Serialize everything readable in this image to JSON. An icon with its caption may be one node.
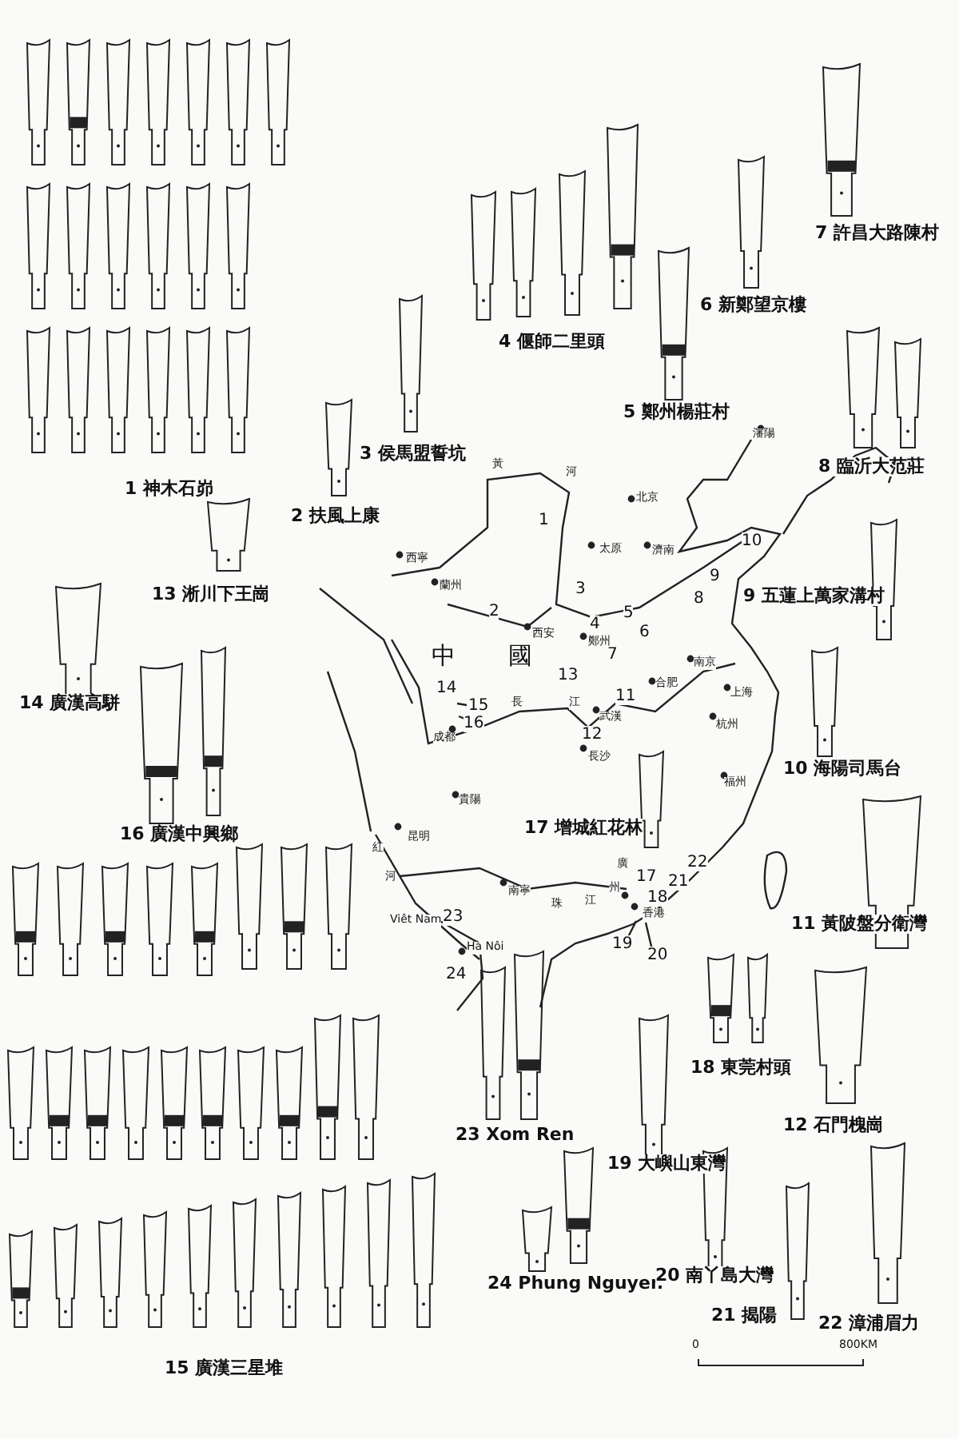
{
  "diagram": {
    "labels": [
      "7 許昌大路陳村",
      "6 新鄭望京樓",
      "4 偃師二里頭",
      "5 鄭州楊莊村",
      "3 侯馬盟誓坑",
      "8 臨沂大范莊",
      "1 神木石峁",
      "2 扶風上康",
      "9 五蓮上萬家溝村",
      "13 淅川下王崗",
      "14 廣漢高駢",
      "10 海陽司馬台",
      "17 增城紅花林",
      "16 廣漢中興鄉",
      "11 黃陂盤分衛灣",
      "18 東莞村頭",
      "12 石門槐崗",
      "23 Xom Ren",
      "19 大嶼山東灣",
      "24 Phung Nguyen",
      "20 南丫島大灣",
      "21 揭陽",
      "22 漳浦眉力",
      "15 廣漢三星堆",
      "瀋陽",
      "黃",
      "河",
      "北京",
      "1",
      "太原",
      "濟南",
      "10",
      "西寧",
      "蘭州",
      "9",
      "3",
      "8",
      "2",
      "4",
      "5",
      "6",
      "西安",
      "鄭州",
      "7",
      "中",
      "國",
      "13",
      "南京",
      "合肥",
      "14",
      "15",
      "16",
      "長",
      "江",
      "11",
      "上海",
      "武漢",
      "杭州",
      "12",
      "成都",
      "長沙",
      "福州",
      "貴陽",
      "昆明",
      "紅",
      "河",
      "廣",
      "17",
      "22",
      "21",
      "州",
      "18",
      "南寧",
      "珠",
      "江",
      "Viêt Nam",
      "23",
      "香港",
      "Hà Nôi",
      "24",
      "19",
      "20",
      "0",
      "800KM"
    ]
  }
}
